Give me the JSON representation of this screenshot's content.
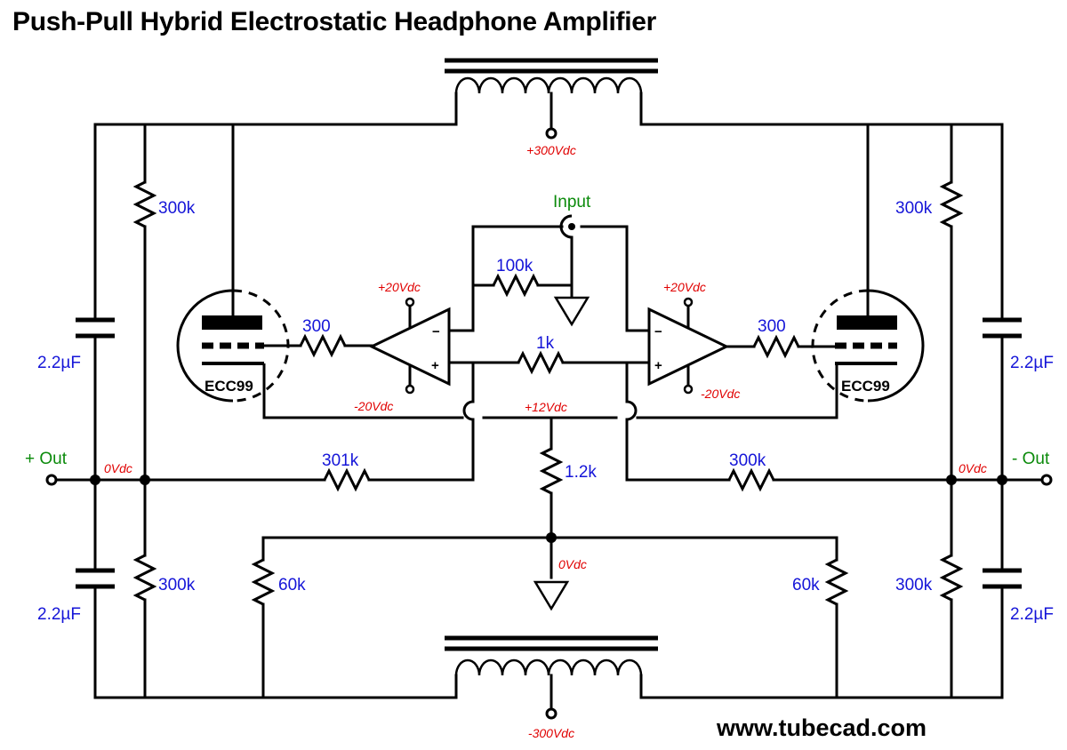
{
  "title": "Push-Pull Hybrid Electrostatic Headphone Amplifier",
  "website": "www.tubecad.com",
  "labels": {
    "input": "Input",
    "plus_out": "+ Out",
    "minus_out": "- Out",
    "zero_vdc": "0Vdc",
    "tube": "ECC99",
    "plus_300": "+300Vdc",
    "minus_300": "-300Vdc",
    "plus_20": "+20Vdc",
    "minus_20": "-20Vdc",
    "plus_12": "+12Vdc",
    "r_300k": "300k",
    "r_300": "300",
    "r_100k": "100k",
    "r_1k": "1k",
    "r_301k": "301k",
    "r_1_2k": "1.2k",
    "r_60k": "60k",
    "cap": "2.2µF",
    "minus_sign": "−",
    "plus_sign": "+"
  },
  "colors": {
    "component_values": "#1515d8",
    "voltages": "#e00000",
    "input": "#0a8a0a",
    "wires": "#000000"
  }
}
